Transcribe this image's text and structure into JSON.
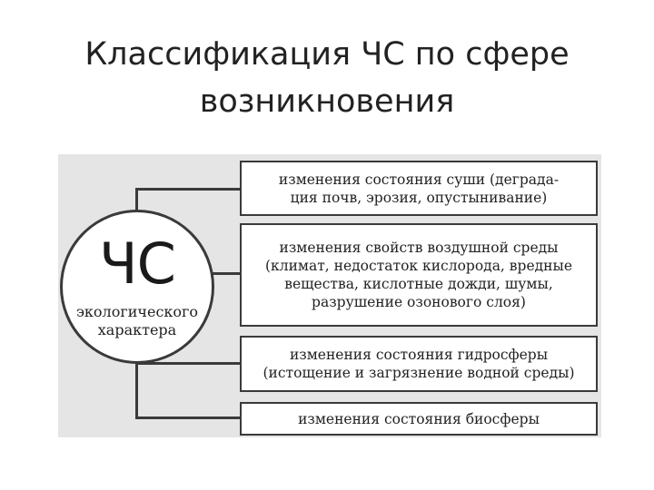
{
  "title": {
    "line1": "Классификация ЧС по сфере",
    "line2": "возникновения"
  },
  "hub": {
    "abbr": "ЧС",
    "caption_line1": "экологического",
    "caption_line2": "характера"
  },
  "categories": [
    {
      "lines": [
        "изменения состояния суши (деграда-",
        "ция почв, эрозия, опустынивание)"
      ]
    },
    {
      "lines": [
        "изменения свойств воздушной среды",
        "(климат, недостаток кислорода, вредные",
        "вещества, кислотные дожди, шумы,",
        "разрушение озонового слоя)"
      ]
    },
    {
      "lines": [
        "изменения состояния гидросферы",
        "(истощение и загрязнение водной среды)"
      ]
    },
    {
      "lines": [
        "изменения состояния биосферы"
      ]
    }
  ]
}
